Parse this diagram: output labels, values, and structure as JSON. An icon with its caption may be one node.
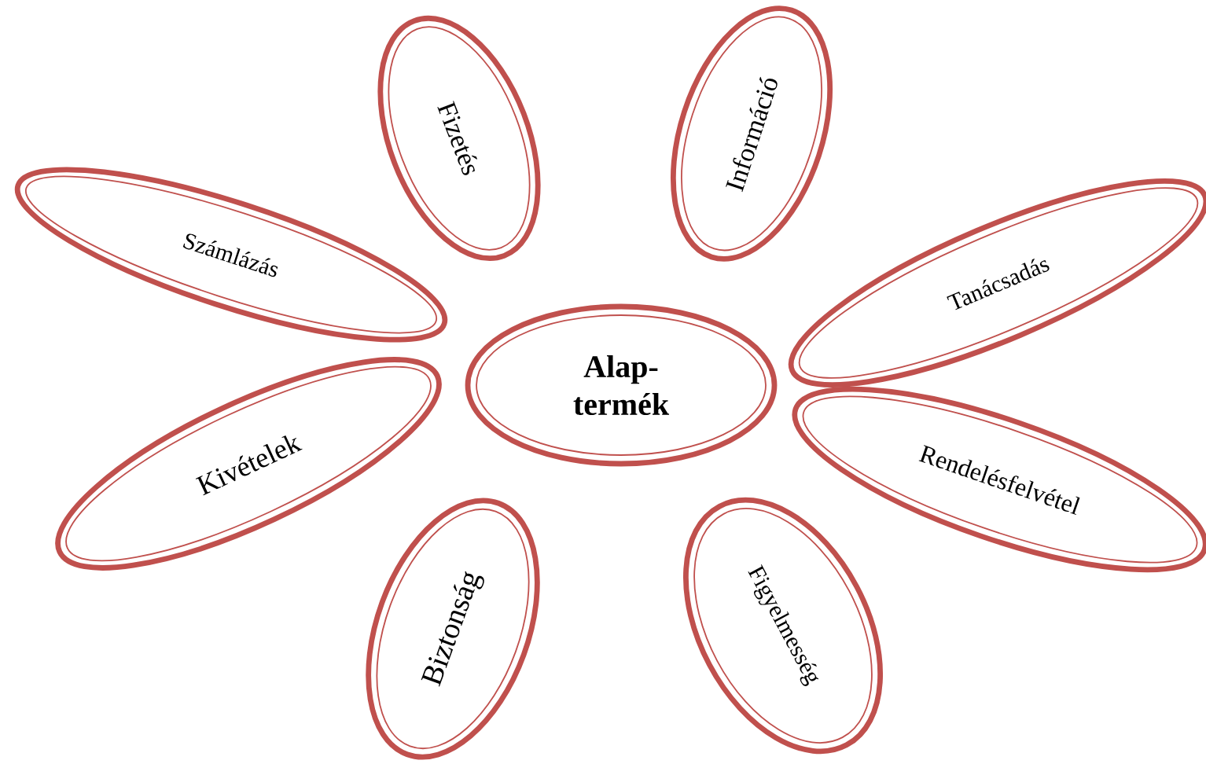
{
  "diagram": {
    "nodes": [
      {
        "text": [
          "Fizetés"
        ]
      },
      {
        "text": [
          "Információ"
        ]
      },
      {
        "text": [
          "Számlázás"
        ]
      },
      {
        "text": [
          "Tanácsadás"
        ]
      },
      {
        "text": [
          "Alap- termék"
        ]
      },
      {
        "text": [
          "Kivételek"
        ]
      },
      {
        "text": [
          "Rendelésfelvétel"
        ]
      },
      {
        "text": [
          "Biztonság"
        ]
      },
      {
        "text": [
          "Figyelmesség"
        ]
      }
    ]
  }
}
